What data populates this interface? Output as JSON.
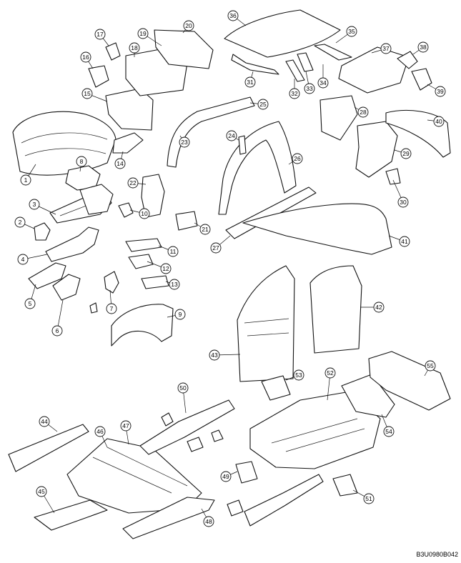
{
  "diagram": {
    "reference_code": "B3U0980B042",
    "callouts": [
      {
        "id": "1",
        "label": "1"
      },
      {
        "id": "2",
        "label": "2"
      },
      {
        "id": "3",
        "label": "3"
      },
      {
        "id": "4",
        "label": "4"
      },
      {
        "id": "5",
        "label": "5"
      },
      {
        "id": "6",
        "label": "6"
      },
      {
        "id": "7",
        "label": "7"
      },
      {
        "id": "8",
        "label": "8"
      },
      {
        "id": "9",
        "label": "9"
      },
      {
        "id": "10",
        "label": "10"
      },
      {
        "id": "11",
        "label": "11"
      },
      {
        "id": "12",
        "label": "12"
      },
      {
        "id": "13",
        "label": "13"
      },
      {
        "id": "14",
        "label": "14"
      },
      {
        "id": "15",
        "label": "15"
      },
      {
        "id": "16",
        "label": "16"
      },
      {
        "id": "17",
        "label": "17"
      },
      {
        "id": "18",
        "label": "18"
      },
      {
        "id": "19",
        "label": "19"
      },
      {
        "id": "20",
        "label": "20"
      },
      {
        "id": "21",
        "label": "21"
      },
      {
        "id": "22",
        "label": "22"
      },
      {
        "id": "23",
        "label": "23"
      },
      {
        "id": "24",
        "label": "24"
      },
      {
        "id": "25",
        "label": "25"
      },
      {
        "id": "26",
        "label": "26"
      },
      {
        "id": "27",
        "label": "27"
      },
      {
        "id": "28",
        "label": "28"
      },
      {
        "id": "29",
        "label": "29"
      },
      {
        "id": "30",
        "label": "30"
      },
      {
        "id": "31",
        "label": "31"
      },
      {
        "id": "32",
        "label": "32"
      },
      {
        "id": "33",
        "label": "33"
      },
      {
        "id": "34",
        "label": "34"
      },
      {
        "id": "35",
        "label": "35"
      },
      {
        "id": "36",
        "label": "36"
      },
      {
        "id": "37",
        "label": "37"
      },
      {
        "id": "38",
        "label": "38"
      },
      {
        "id": "39",
        "label": "39"
      },
      {
        "id": "40",
        "label": "40"
      },
      {
        "id": "41",
        "label": "41"
      },
      {
        "id": "42",
        "label": "42"
      },
      {
        "id": "43",
        "label": "43"
      },
      {
        "id": "44",
        "label": "44"
      },
      {
        "id": "45",
        "label": "45"
      },
      {
        "id": "46",
        "label": "46"
      },
      {
        "id": "47",
        "label": "47"
      },
      {
        "id": "48",
        "label": "48"
      },
      {
        "id": "49",
        "label": "49"
      },
      {
        "id": "50",
        "label": "50"
      },
      {
        "id": "51",
        "label": "51"
      },
      {
        "id": "52",
        "label": "52"
      },
      {
        "id": "53",
        "label": "53"
      },
      {
        "id": "54",
        "label": "54"
      },
      {
        "id": "55",
        "label": "55"
      }
    ]
  }
}
